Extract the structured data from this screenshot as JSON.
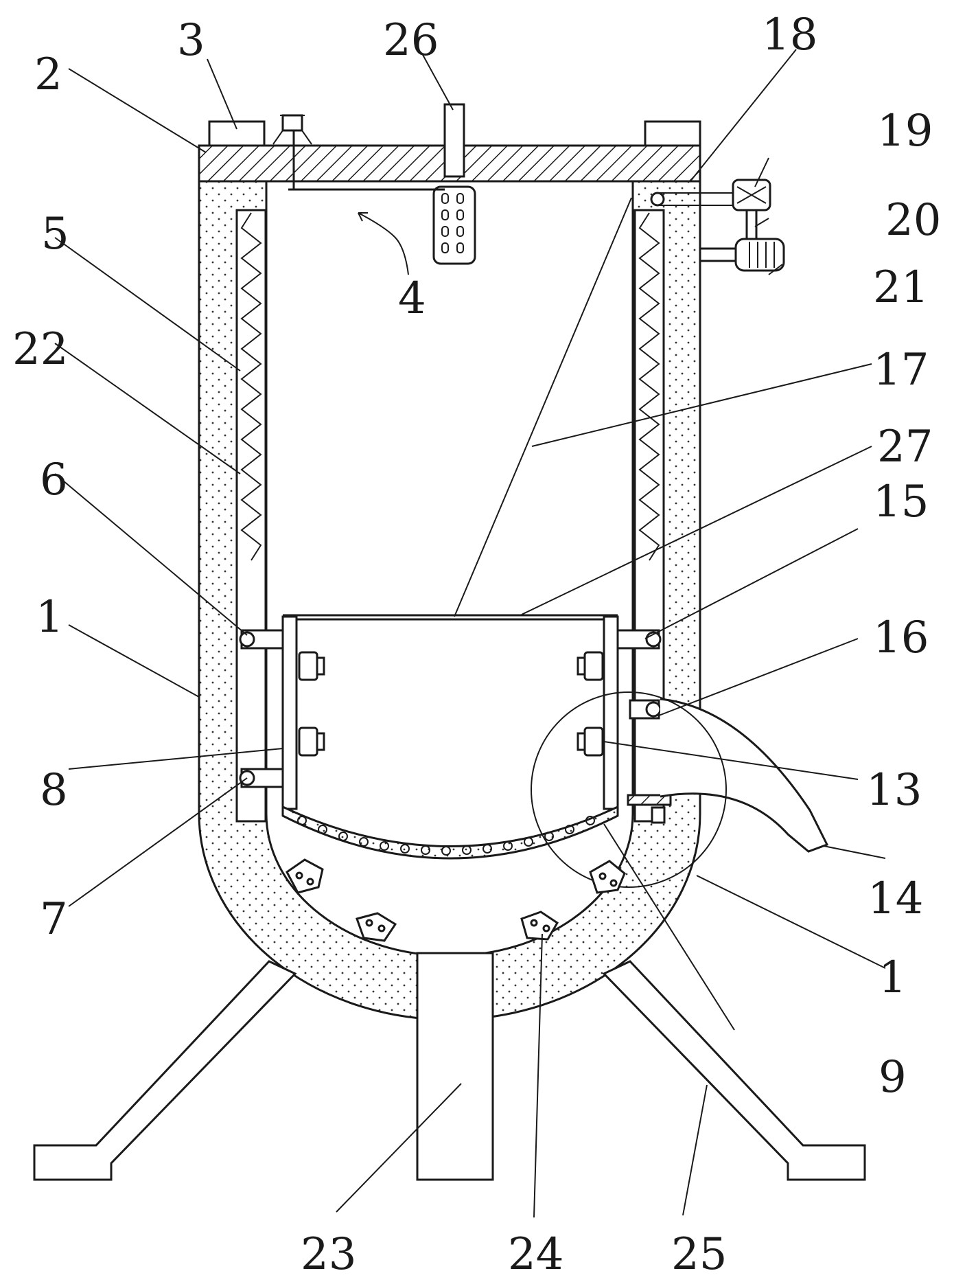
{
  "figure": {
    "labels": [
      {
        "id": "label-1-left",
        "text": "1"
      },
      {
        "id": "label-1-right",
        "text": "1"
      },
      {
        "id": "label-2",
        "text": "2"
      },
      {
        "id": "label-3",
        "text": "3"
      },
      {
        "id": "label-4",
        "text": "4"
      },
      {
        "id": "label-5",
        "text": "5"
      },
      {
        "id": "label-6",
        "text": "6"
      },
      {
        "id": "label-7",
        "text": "7"
      },
      {
        "id": "label-8",
        "text": "8"
      },
      {
        "id": "label-9",
        "text": "9"
      },
      {
        "id": "label-13",
        "text": "13"
      },
      {
        "id": "label-14",
        "text": "14"
      },
      {
        "id": "label-15",
        "text": "15"
      },
      {
        "id": "label-16",
        "text": "16"
      },
      {
        "id": "label-17",
        "text": "17"
      },
      {
        "id": "label-18",
        "text": "18"
      },
      {
        "id": "label-19",
        "text": "19"
      },
      {
        "id": "label-20",
        "text": "20"
      },
      {
        "id": "label-21",
        "text": "21"
      },
      {
        "id": "label-22",
        "text": "22"
      },
      {
        "id": "label-23",
        "text": "23"
      },
      {
        "id": "label-24",
        "text": "24"
      },
      {
        "id": "label-25",
        "text": "25"
      },
      {
        "id": "label-26",
        "text": "26"
      },
      {
        "id": "label-27",
        "text": "27"
      }
    ]
  }
}
